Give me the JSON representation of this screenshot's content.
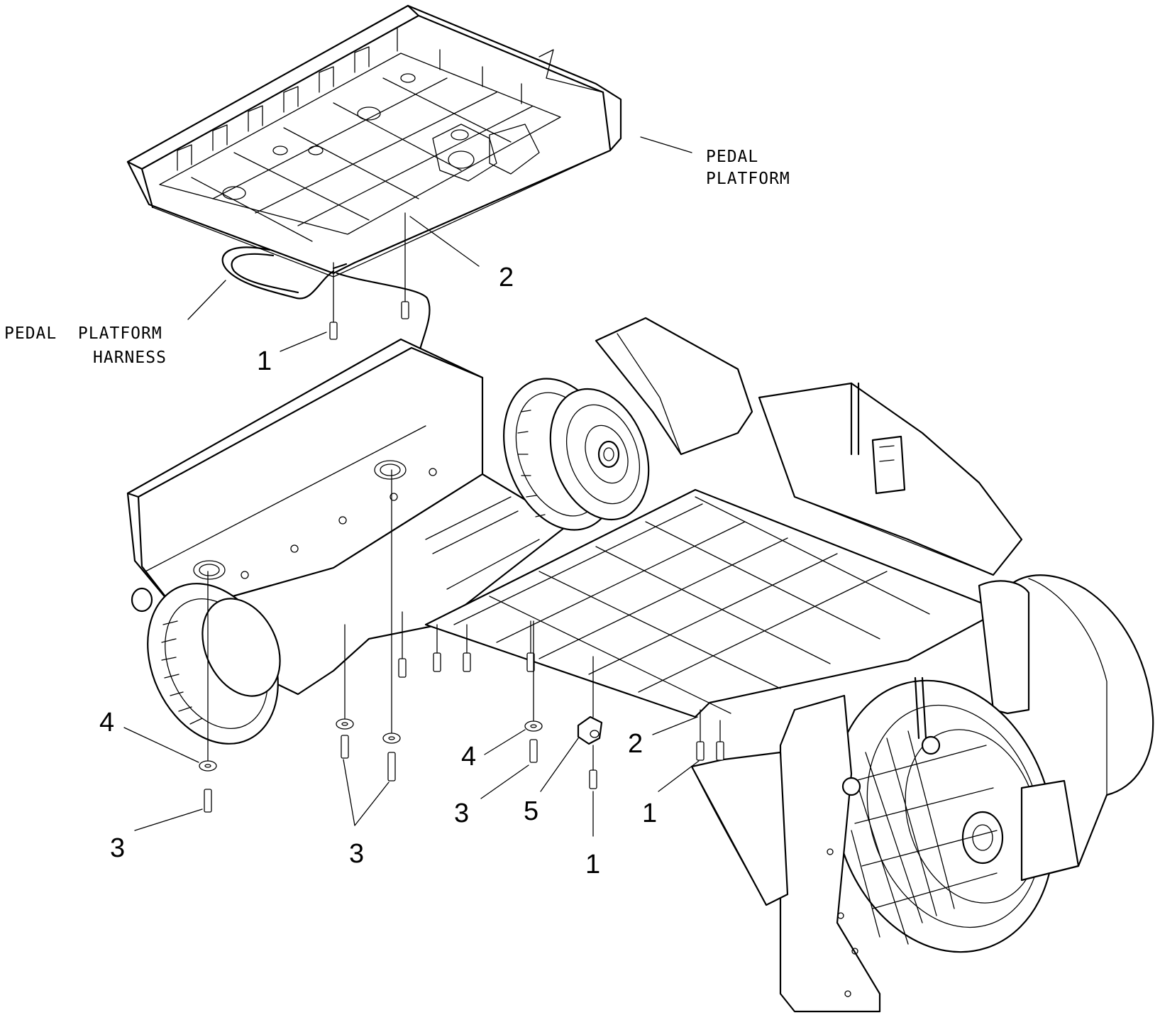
{
  "labels": {
    "pedal_platform": [
      "PEDAL",
      "PLATFORM"
    ],
    "pedal_platform_harness": [
      "PEDAL  PLATFORM",
      "HARNESS"
    ]
  },
  "callouts": {
    "c1_upper": "1",
    "c2_upper": "2",
    "c4_left": "4",
    "c3_left": "3",
    "c3_middle": "3",
    "c4_center": "4",
    "c3_center": "3",
    "c5": "5",
    "c1_bottom": "1",
    "c2_right": "2",
    "c1_right": "1"
  }
}
